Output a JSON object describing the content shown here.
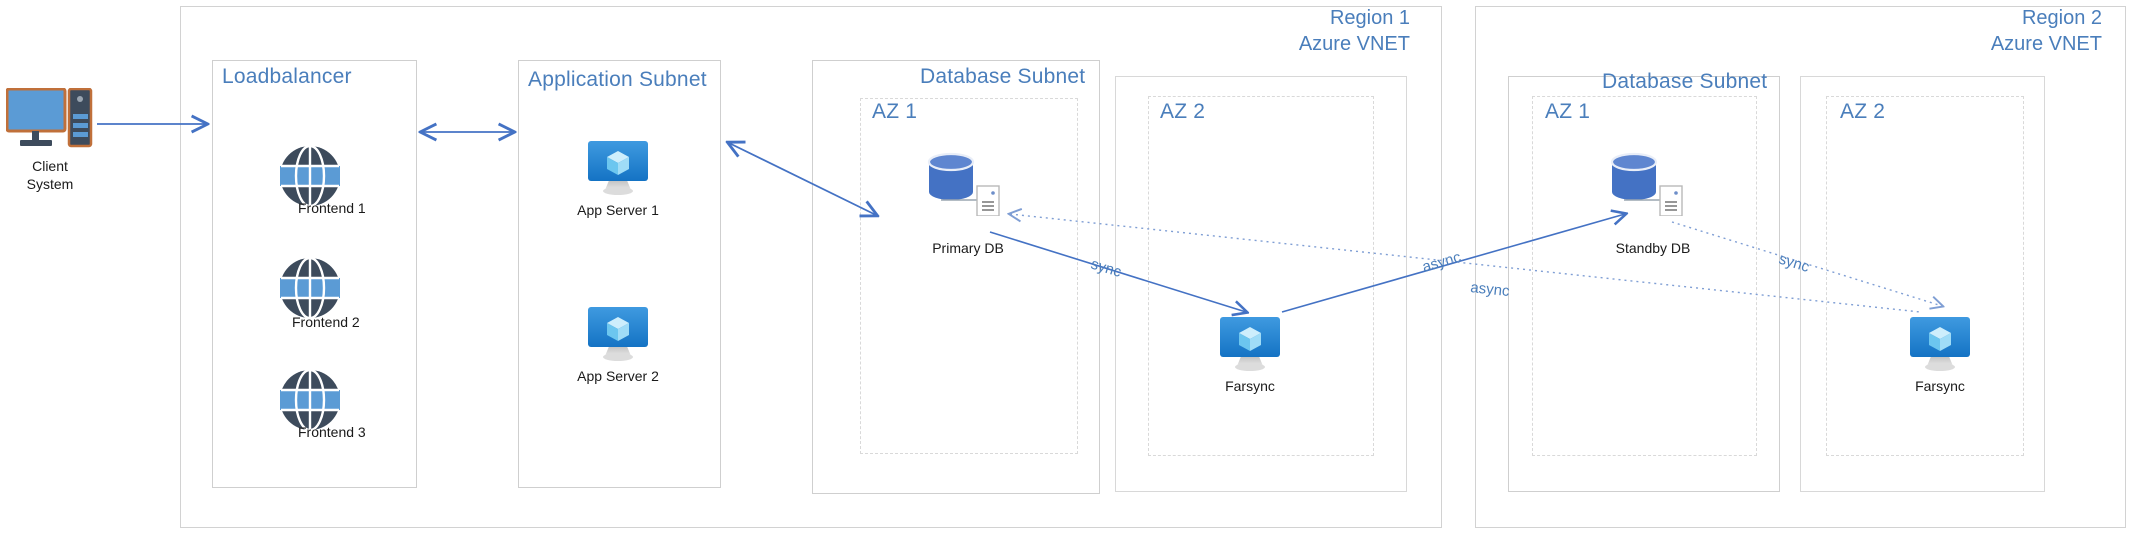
{
  "diagram": {
    "title": "Azure multi-region database architecture",
    "accent_blue": "#4a7ebb",
    "line_blue": "#4472c4",
    "border_grey": "#d2d2d2"
  },
  "client": {
    "label": "Client\nSystem",
    "icon": "desktop-computer-icon"
  },
  "region1": {
    "header": "Region 1\nAzure VNET",
    "loadbalancer": {
      "title": "Loadbalancer",
      "nodes": [
        {
          "label": "Frontend 1",
          "icon": "globe-icon"
        },
        {
          "label": "Frontend 2",
          "icon": "globe-icon"
        },
        {
          "label": "Frontend 3",
          "icon": "globe-icon"
        }
      ]
    },
    "application_subnet": {
      "title": "Application Subnet",
      "nodes": [
        {
          "label": "App Server 1",
          "icon": "app-server-icon"
        },
        {
          "label": "App Server 2",
          "icon": "app-server-icon"
        }
      ]
    },
    "database_subnet": {
      "title": "Database Subnet",
      "zones": [
        {
          "title": "AZ  1",
          "nodes": [
            {
              "label": "Primary DB",
              "icon": "database-icon"
            }
          ]
        },
        {
          "title": "AZ 2",
          "nodes": [
            {
              "label": "Farsync",
              "icon": "app-server-icon"
            }
          ]
        }
      ]
    }
  },
  "region2": {
    "header": "Region 2\nAzure VNET",
    "database_subnet": {
      "title": "Database Subnet",
      "zones": [
        {
          "title": "AZ 1",
          "nodes": [
            {
              "label": "Standby DB",
              "icon": "database-icon"
            }
          ]
        },
        {
          "title": "AZ 2",
          "nodes": [
            {
              "label": "Farsync",
              "icon": "app-server-icon"
            }
          ]
        }
      ]
    }
  },
  "connections": [
    {
      "name": "client-to-loadbalancer",
      "label": "",
      "style": "solid",
      "arrows": "end"
    },
    {
      "name": "loadbalancer-to-application-subnet",
      "label": "",
      "style": "solid",
      "arrows": "both"
    },
    {
      "name": "application-subnet-to-primary-db",
      "label": "",
      "style": "solid",
      "arrows": "both"
    },
    {
      "name": "primary-db-to-farsync-r1",
      "label": "sync",
      "style": "solid",
      "arrows": "end"
    },
    {
      "name": "farsync-r1-to-standby-db",
      "label": "async",
      "style": "solid",
      "arrows": "end"
    },
    {
      "name": "primary-db-to-farsync-r2",
      "label": "async",
      "style": "dotted",
      "arrows": "end"
    },
    {
      "name": "standby-db-to-farsync-r2",
      "label": "sync",
      "style": "dotted",
      "arrows": "end"
    }
  ]
}
